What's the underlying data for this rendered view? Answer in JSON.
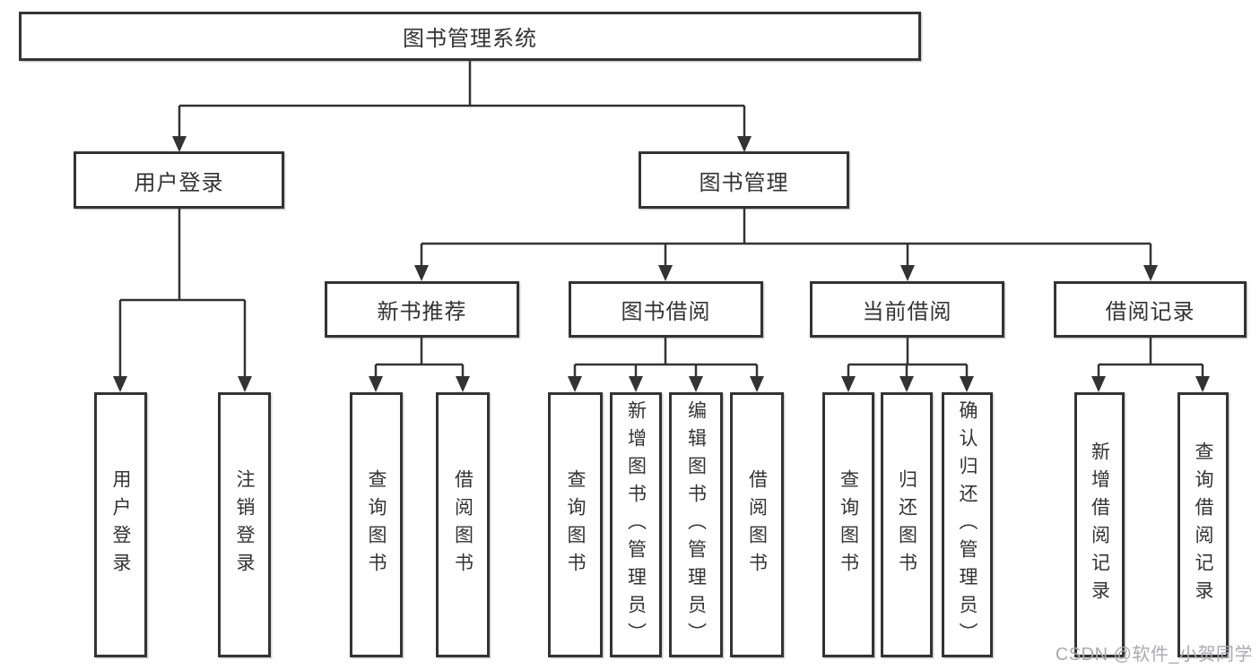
{
  "diagram": {
    "root": {
      "label": "图书管理系统",
      "children": [
        {
          "label": "用户登录",
          "children": [
            {
              "label": "用户登录"
            },
            {
              "label": "注销登录"
            }
          ]
        },
        {
          "label": "图书管理",
          "children": [
            {
              "label": "新书推荐",
              "children": [
                {
                  "label": "查询图书"
                },
                {
                  "label": "借阅图书"
                }
              ]
            },
            {
              "label": "图书借阅",
              "children": [
                {
                  "label": "查询图书"
                },
                {
                  "label": "新增图书（管理员）"
                },
                {
                  "label": "编辑图书（管理员）"
                },
                {
                  "label": "借阅图书"
                }
              ]
            },
            {
              "label": "当前借阅",
              "children": [
                {
                  "label": "查询图书"
                },
                {
                  "label": "归还图书"
                },
                {
                  "label": "确认归还（管理员）"
                }
              ]
            },
            {
              "label": "借阅记录",
              "children": [
                {
                  "label": "新增借阅记录"
                },
                {
                  "label": "查询借阅记录"
                }
              ]
            }
          ]
        }
      ]
    },
    "line_color": "#333333"
  },
  "watermark": {
    "text": "CSDN @软件_小贺同学"
  }
}
